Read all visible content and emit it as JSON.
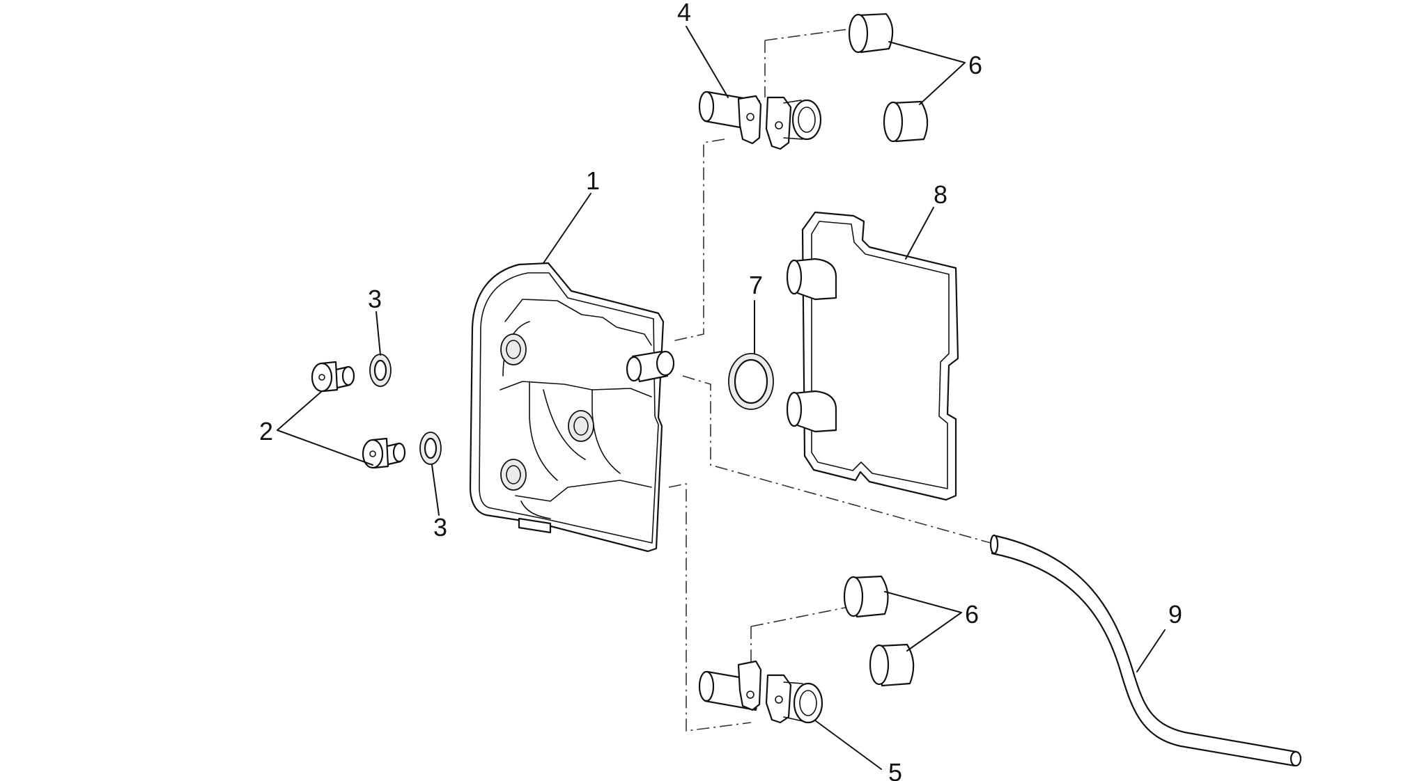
{
  "diagram": {
    "callouts": [
      {
        "id": "c1",
        "text": "1"
      },
      {
        "id": "c2",
        "text": "2"
      },
      {
        "id": "c3a",
        "text": "3"
      },
      {
        "id": "c3b",
        "text": "3"
      },
      {
        "id": "c4",
        "text": "4"
      },
      {
        "id": "c5",
        "text": "5"
      },
      {
        "id": "c6a",
        "text": "6"
      },
      {
        "id": "c6b",
        "text": "6"
      },
      {
        "id": "c7",
        "text": "7"
      },
      {
        "id": "c8",
        "text": "8"
      },
      {
        "id": "c9",
        "text": "9"
      }
    ],
    "colors": {
      "line": "#111111",
      "background": "#ffffff"
    }
  }
}
